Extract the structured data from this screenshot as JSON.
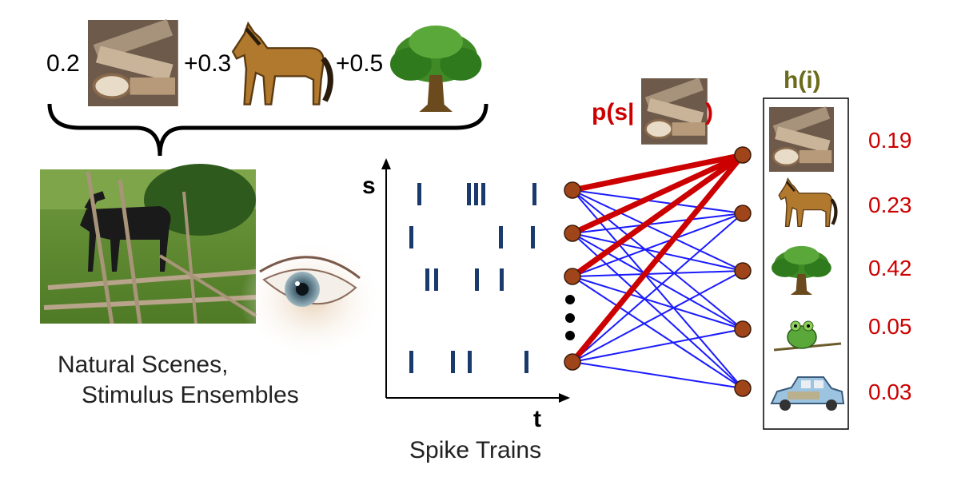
{
  "mixture": {
    "coefficients": [
      "0.2",
      "+0.3",
      "+0.5"
    ],
    "components": [
      "wood-logs-image",
      "horse-image",
      "tree-image"
    ]
  },
  "scene": {
    "caption_line1": "Natural Scenes,",
    "caption_line2": "Stimulus Ensembles",
    "image": "horse-in-field-photo",
    "eye": "eye-photo"
  },
  "raster": {
    "y_label": "s",
    "x_label": "t",
    "caption": "Spike Trains",
    "tick_color": "#1a3a6e"
  },
  "network": {
    "likelihood_open": "p(s|",
    "likelihood_close": ")",
    "likelihood_image": "wood-logs-image",
    "strong_color": "#cc0000",
    "weak_color": "#1a1aff",
    "node_color": "#a0441a"
  },
  "prior": {
    "label": "h(i)",
    "items": [
      {
        "image": "wood-logs-image",
        "value": "0.19"
      },
      {
        "image": "horse-image",
        "value": "0.23"
      },
      {
        "image": "tree-image",
        "value": "0.42"
      },
      {
        "image": "frog-image",
        "value": "0.05"
      },
      {
        "image": "car-image",
        "value": "0.03"
      }
    ]
  }
}
